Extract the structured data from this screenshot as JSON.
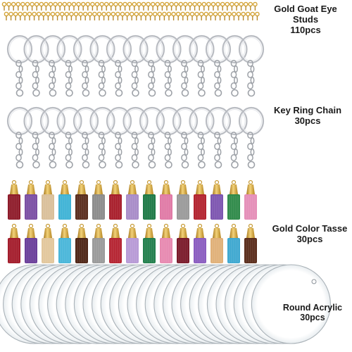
{
  "products": [
    {
      "name": "Gold Goat Eye Studs",
      "count": "110pcs"
    },
    {
      "name": "Key Ring Chain",
      "count": "30pcs"
    },
    {
      "name": "Gold Color Tasse",
      "count": "30pcs"
    },
    {
      "name": "Round Acrylic",
      "count": "30pcs"
    }
  ],
  "tassel_colors": [
    "#8e1b2a",
    "#7b4fa3",
    "#d9bf9a",
    "#3fb3d6",
    "#5a2e1e",
    "#8c8c8c",
    "#a81e2c",
    "#a88cc8",
    "#1f7a48",
    "#e07aa6",
    "#9a9a9a",
    "#b32430",
    "#7d55b0",
    "#2f8a4a",
    "#e58fb8"
  ],
  "tassel_colors_row2": [
    "#a31d2c",
    "#6b3f9a",
    "#e2c79c",
    "#49b6d9",
    "#4f2617",
    "#9a9a9a",
    "#b52432",
    "#b79ad6",
    "#227f4d",
    "#e789b0",
    "#7a1a2a",
    "#8a5cc0",
    "#e0b078",
    "#3fa8d0",
    "#5b2d1c"
  ],
  "colors": {
    "gold": "#d4a437",
    "silver": "#b9bcc2",
    "text": "#1a1a1a"
  }
}
